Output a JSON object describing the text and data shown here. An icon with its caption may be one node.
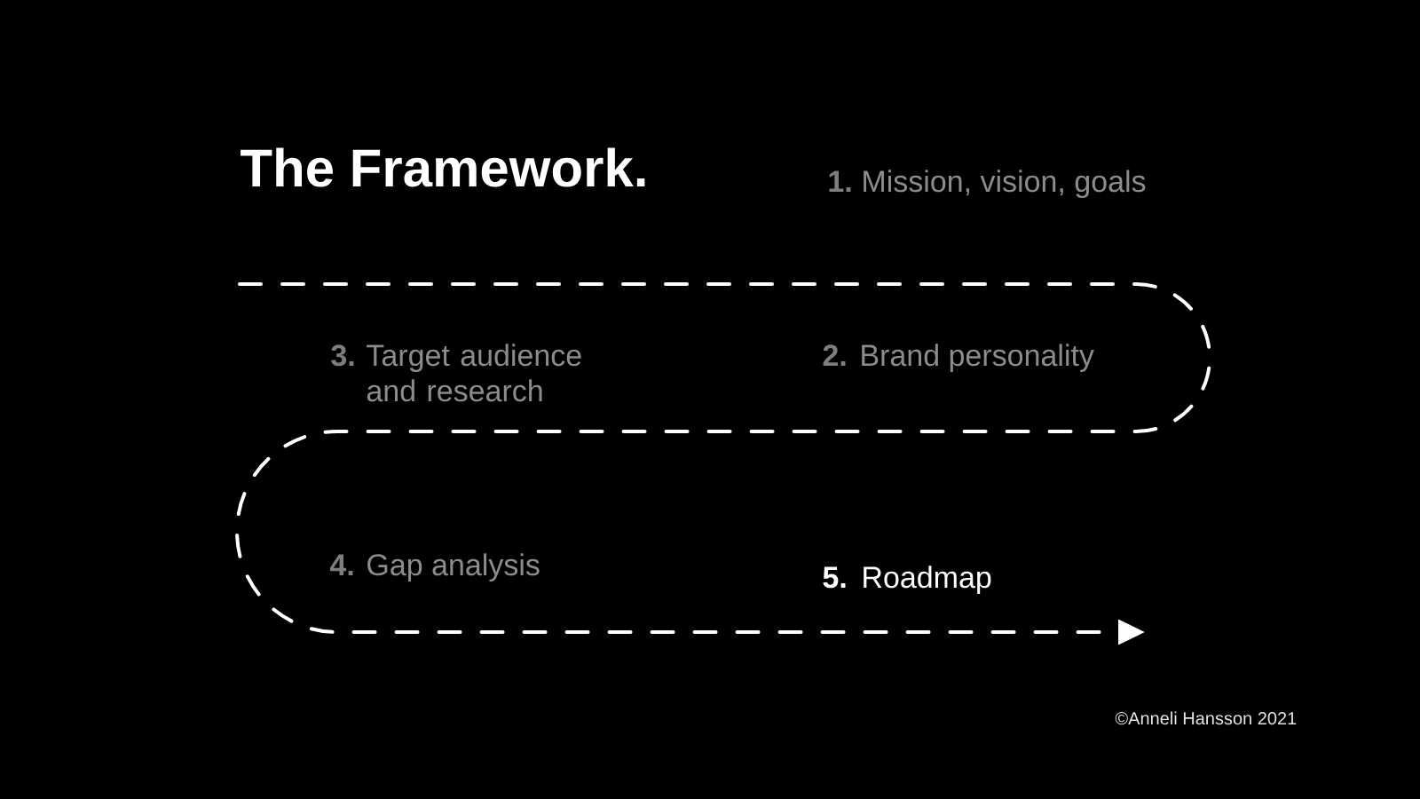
{
  "diagram": {
    "title": "The Framework.",
    "labels": [
      "1.",
      "Mission, vision, goals",
      "3.",
      "Target audience and research",
      "2.",
      "Brand personality",
      "4.",
      "Gap analysis",
      "5.",
      "Roadmap",
      "©Anneli Hansson 2021"
    ]
  }
}
